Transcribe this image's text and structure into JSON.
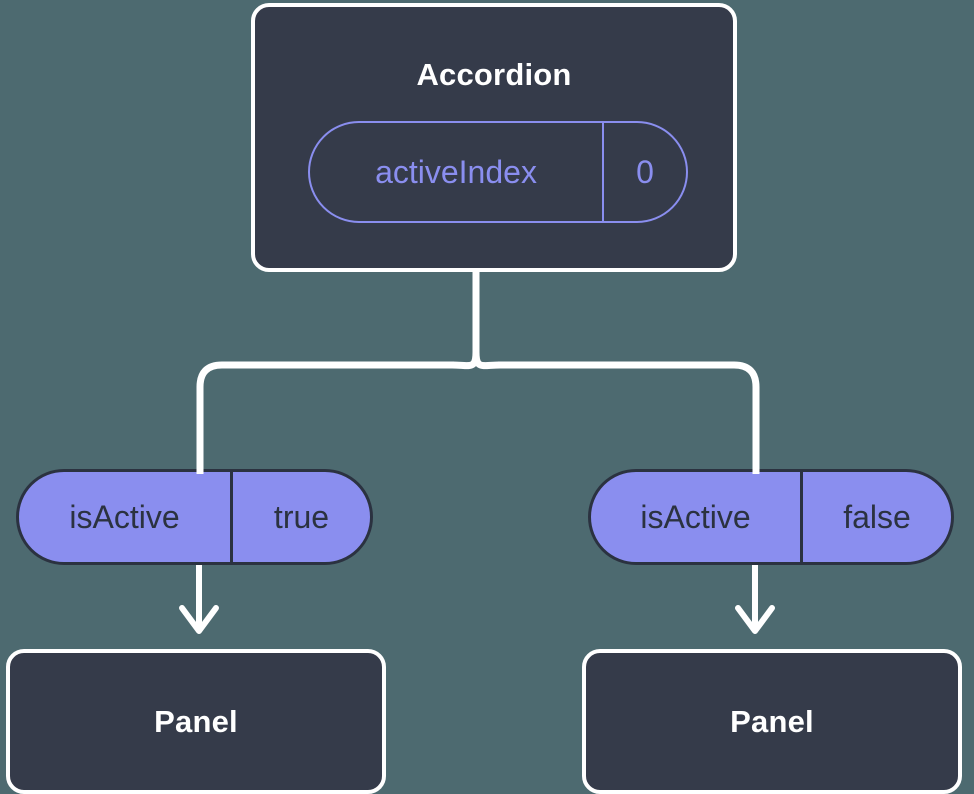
{
  "diagram": {
    "type": "component-tree",
    "background_color": "#4d6a70",
    "node_fill_dark": "#353b4a",
    "accent_purple": "#8a8eef",
    "stroke_white": "#ffffff",
    "stroke_dark": "#2b3240"
  },
  "root": {
    "title": "Accordion",
    "state_pill": {
      "key": "activeIndex",
      "value": "0"
    }
  },
  "branches": [
    {
      "side": "left",
      "prop_pill": {
        "key": "isActive",
        "value": "true"
      },
      "child": {
        "title": "Panel"
      }
    },
    {
      "side": "right",
      "prop_pill": {
        "key": "isActive",
        "value": "false"
      },
      "child": {
        "title": "Panel"
      }
    }
  ]
}
